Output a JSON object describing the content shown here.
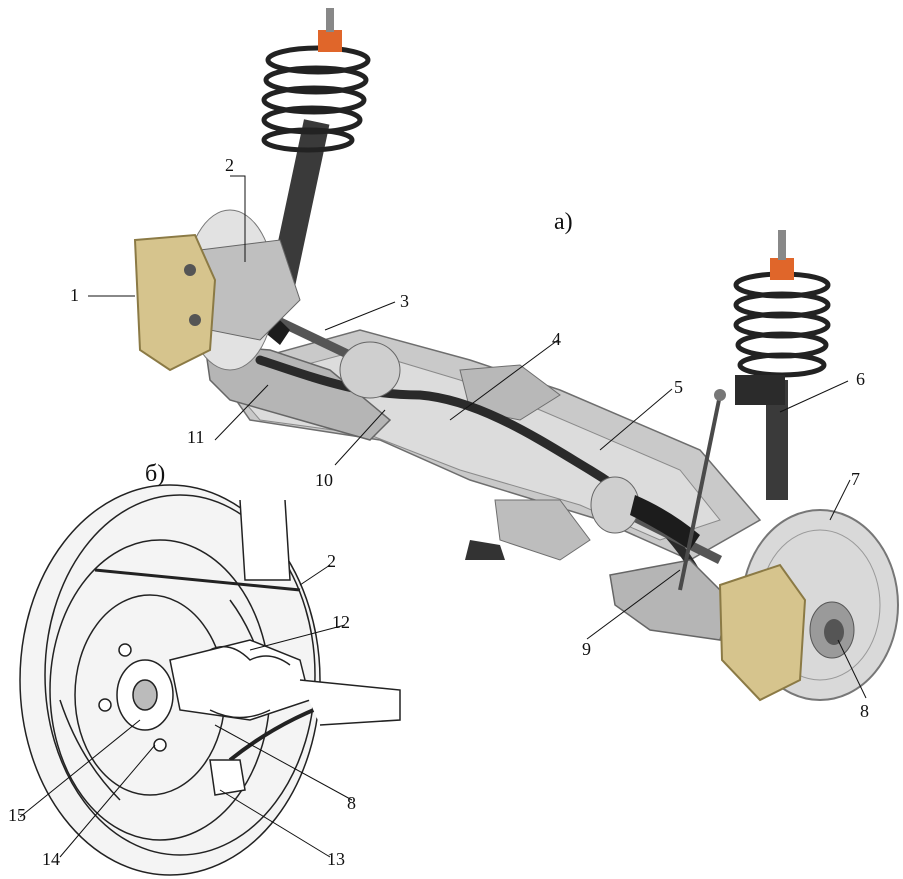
{
  "sections": {
    "a": "а)",
    "b": "б)"
  },
  "labels": {
    "l1": "1",
    "l2": "2",
    "l3": "3",
    "l4": "4",
    "l5": "5",
    "l6": "6",
    "l7": "7",
    "l8": "8",
    "l9": "9",
    "l10": "10",
    "l11": "11",
    "b2": "2",
    "b12": "12",
    "b8": "8",
    "b13": "13",
    "b14": "14",
    "b15": "15"
  },
  "colors": {
    "caliper": "#d6c48d",
    "spring": "#222222",
    "mount": "#e0662a",
    "metal": "#c8c8c8",
    "boot": "#1c1c1c",
    "disc": "#d9d9d9"
  }
}
